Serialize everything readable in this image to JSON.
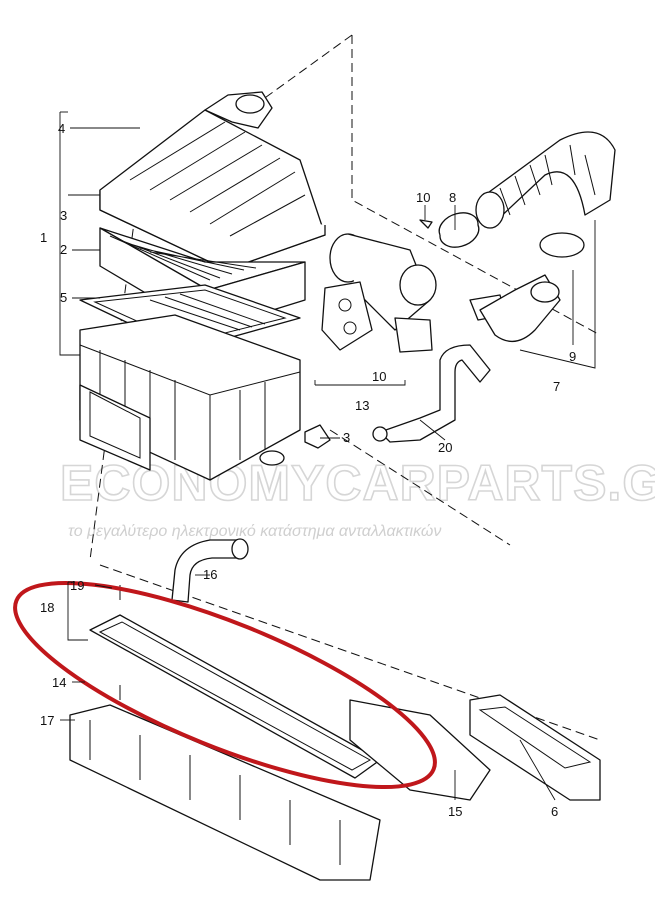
{
  "watermark": {
    "brand": "ECONOMYCARPARTS.GR",
    "tagline": "το μεγαλύτερο ηλεκτρονικό κατάστημα ανταλλακτικών"
  },
  "callouts": {
    "c1": "1",
    "c2": "2",
    "c3a": "3",
    "c3b": "3",
    "c4": "4",
    "c5": "5",
    "c6": "6",
    "c7": "7",
    "c8": "8",
    "c9": "9",
    "c10a": "10",
    "c10b": "10",
    "c13": "13",
    "c14": "14",
    "c15": "15",
    "c16": "16",
    "c17": "17",
    "c18": "18",
    "c19": "19",
    "c20": "20"
  },
  "colors": {
    "line": "#111111",
    "highlight": "#c0171b",
    "watermark": "#d6d6d6"
  }
}
